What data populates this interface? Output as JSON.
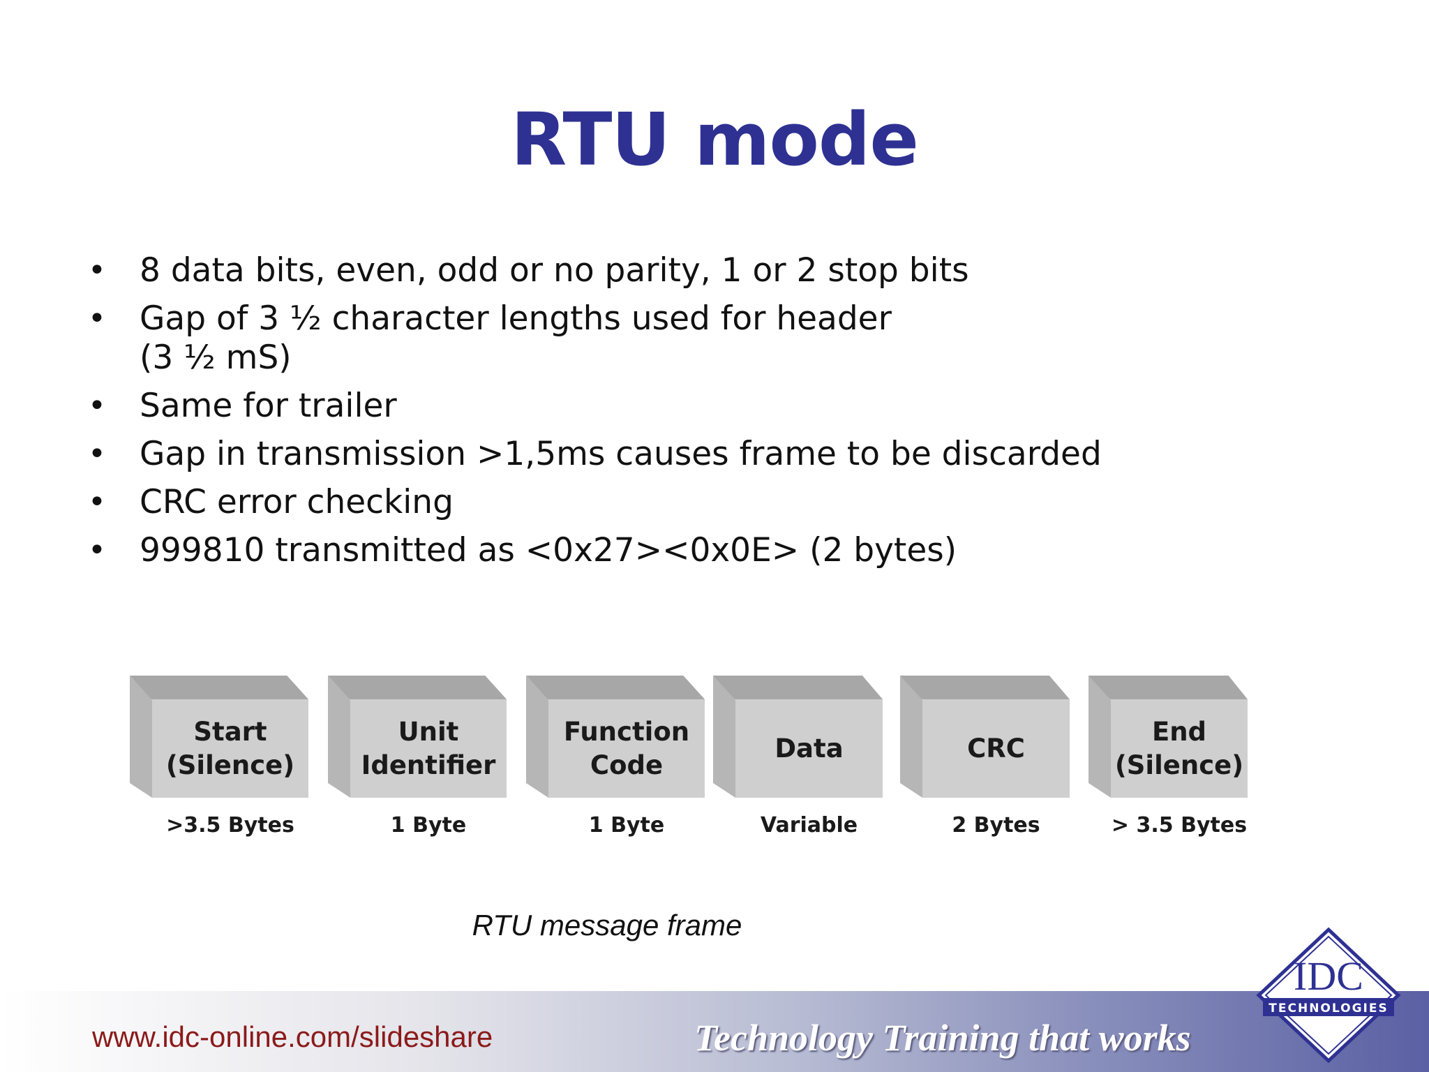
{
  "title": "RTU mode",
  "bullets": [
    "8 data bits, even, odd or no parity, 1 or 2 stop bits",
    "Gap of 3 ½  character lengths used for header\n(3 ½ mS)",
    "Same for trailer",
    "Gap in transmission >1,5ms causes frame to be discarded",
    "CRC error checking",
    "999810 transmitted as <0x27><0x0E> (2 bytes)"
  ],
  "frame": {
    "blocks": [
      {
        "label": "Start\n(Silence)",
        "size": ">3.5 Bytes"
      },
      {
        "label": "Unit\nIdentifier",
        "size": "1 Byte"
      },
      {
        "label": "Function\nCode",
        "size": "1 Byte"
      },
      {
        "label": "Data",
        "size": "Variable"
      },
      {
        "label": "CRC",
        "size": "2 Bytes"
      },
      {
        "label": "End\n(Silence)",
        "size": "> 3.5 Bytes"
      }
    ],
    "caption": "RTU message frame"
  },
  "footer": {
    "url": "www.idc-online.com/slideshare",
    "tagline": "Technology Training that works"
  },
  "logo": {
    "name": "idc-technologies-logo",
    "text_main": "IDC",
    "text_sub": "TECHNOLOGIES",
    "color": "#2e3192"
  },
  "colors": {
    "title": "#2e3192",
    "url": "#8b1a1a"
  }
}
